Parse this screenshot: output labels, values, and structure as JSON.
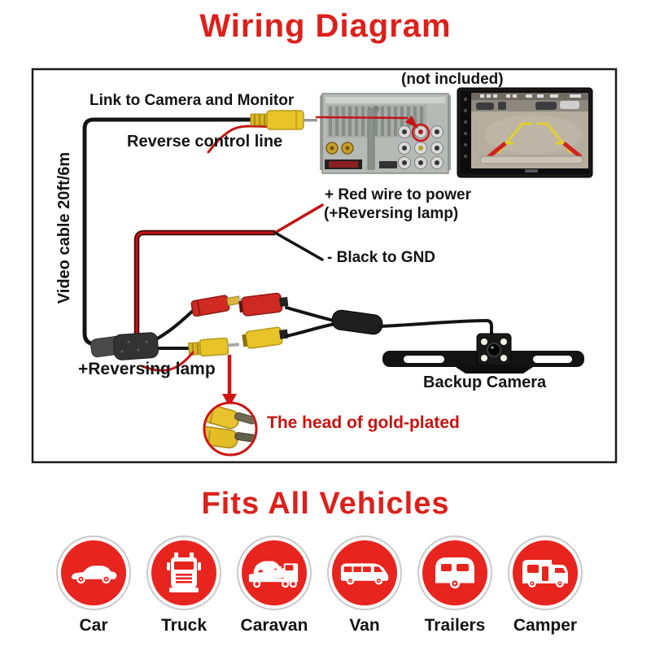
{
  "header": {
    "title": "Wiring Diagram"
  },
  "diagram": {
    "not_included_note": "(not included)",
    "link_label": "Link to Camera and Monitor",
    "reverse_control_label": "Reverse control line",
    "video_cable_label": "Video cable 20ft/6m",
    "red_wire_label_line1": "+ Red wire to power",
    "red_wire_label_line2": "(+Reversing lamp)",
    "black_gnd_label": "- Black to GND",
    "reversing_lamp_label": "+Reversing lamp",
    "backup_camera_label": "Backup Camera",
    "gold_head_label": "The head of gold-plated",
    "icons": {
      "head_unit": "head-unit-rear-icon",
      "monitor": "monitor-display-icon",
      "camera": "license-plate-backup-camera-icon",
      "top_rca": "rca-connector-icon",
      "gold_head": "gold-plated-rca-heads-icon"
    },
    "colors": {
      "wire_black": "#141414",
      "wire_red": "#c41414",
      "rca_yellow": "#e9c428",
      "annotation_red": "#cb1212"
    }
  },
  "vehicles": {
    "title": "Fits All Vehicles",
    "circle_color": "#e8241e",
    "items": [
      {
        "label": "Car",
        "icon": "car-icon"
      },
      {
        "label": "Truck",
        "icon": "truck-icon"
      },
      {
        "label": "Caravan",
        "icon": "caravan-icon"
      },
      {
        "label": "Van",
        "icon": "van-icon"
      },
      {
        "label": "Trailers",
        "icon": "trailers-icon"
      },
      {
        "label": "Camper",
        "icon": "camper-icon"
      }
    ]
  },
  "accent_color": "#dd201b"
}
